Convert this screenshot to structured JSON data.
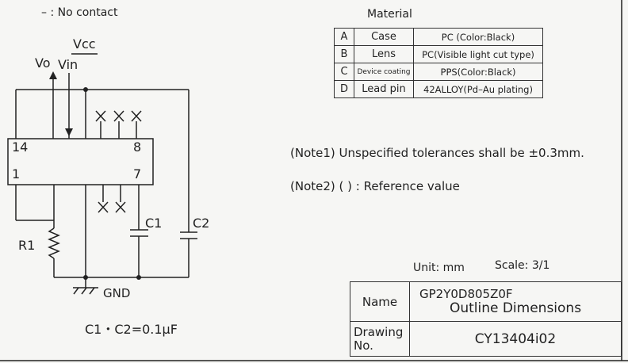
{
  "legend_note": "– : No contact",
  "circuit": {
    "vcc": "Vcc",
    "vo": "Vo",
    "vin": "Vin",
    "pin_14": "14",
    "pin_8": "8",
    "pin_1": "1",
    "pin_7": "7",
    "r1": "R1",
    "c1": "C1",
    "c2": "C2",
    "gnd": "GND",
    "cap_value": "C1・C2=0.1μF"
  },
  "material": {
    "title": "Material",
    "rows": [
      {
        "id": "A",
        "part": "Case",
        "spec": "PC (Color:Black)"
      },
      {
        "id": "B",
        "part": "Lens",
        "spec": "PC(Visible light cut type)"
      },
      {
        "id": "C",
        "part": "Device coating",
        "spec": "PPS(Color:Black)"
      },
      {
        "id": "D",
        "part": "Lead pin",
        "spec": "42ALLOY(Pd–Au plating)"
      }
    ]
  },
  "notes": {
    "note1": "(Note1) Unspecified tolerances shall be ±0.3mm.",
    "note2": "(Note2) ( ) : Reference value"
  },
  "units": {
    "unit": "Unit: mm",
    "scale": "Scale: 3/1"
  },
  "title_block": {
    "name_label": "Name",
    "name_line1": "GP2Y0D805Z0F",
    "name_line2": "Outline Dimensions",
    "drawing_label_1": "Drawing",
    "drawing_label_2": "No.",
    "drawing_no": "CY13404i02"
  }
}
